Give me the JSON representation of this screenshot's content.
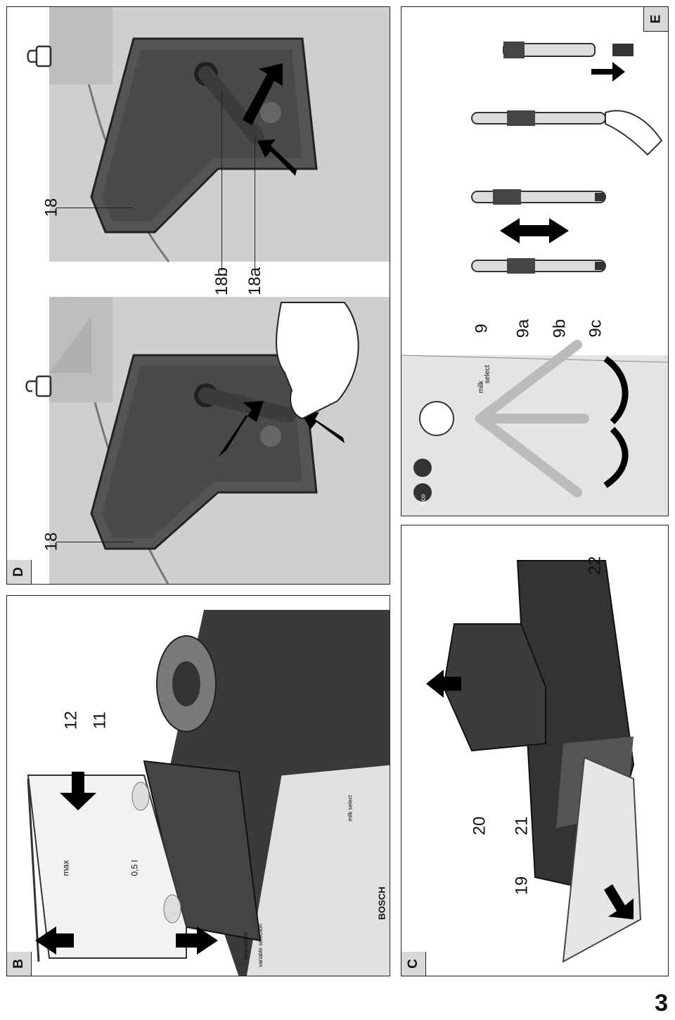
{
  "panels": {
    "B": {
      "tag": "B",
      "callouts": [
        "12",
        "11"
      ],
      "tank_marks": [
        "max",
        "0,5 l"
      ],
      "brand": "BOSCH",
      "panel_text": [
        "beans/pulv.",
        "variable selection",
        "milk select"
      ]
    },
    "C": {
      "tag": "C",
      "callouts": [
        "20",
        "21",
        "19",
        "22"
      ]
    },
    "D": {
      "tag": "D",
      "callouts": [
        "18",
        "18",
        "18b",
        "18a"
      ]
    },
    "E": {
      "tag": "E",
      "callouts": [
        "9",
        "9a",
        "9b",
        "9c"
      ],
      "panel_text": [
        "milk",
        "select",
        "eco"
      ]
    }
  },
  "page_number": "3"
}
